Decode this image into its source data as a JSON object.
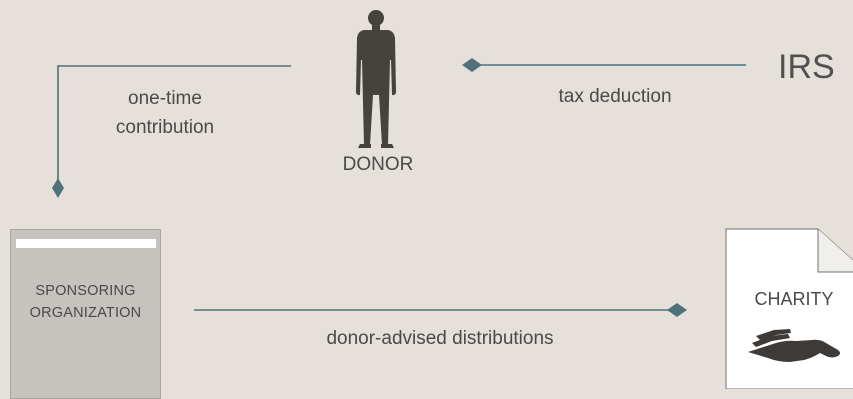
{
  "diagram": {
    "donor_label": "DONOR",
    "irs_label": "IRS",
    "contribution_label_line1": "one-time",
    "contribution_label_line2": "contribution",
    "tax_label": "tax deduction",
    "distributions_label": "donor-advised distributions",
    "sponsor_label_line1": "SPONSORING",
    "sponsor_label_line2": "ORGANIZATION",
    "charity_label": "CHARITY"
  },
  "icons": {
    "donor": "person-silhouette-icon",
    "charity": "open-hand-icon",
    "arrowhead": "diamond-arrowhead-icon"
  },
  "colors": {
    "background": "#e5e0da",
    "connector": "#50717a",
    "figure": "#46423e",
    "sponsor_box": "#c6c2be",
    "charity_paper": "#ffffff",
    "text": "#4a4a4a"
  }
}
